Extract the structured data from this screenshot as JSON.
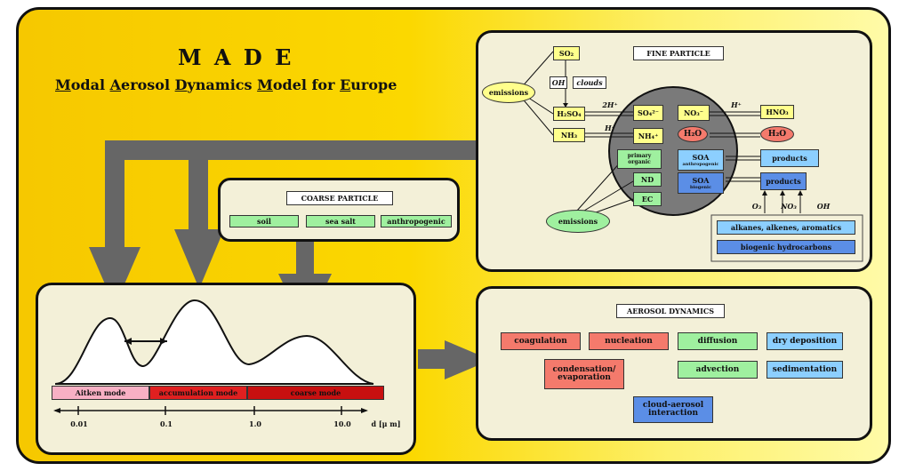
{
  "title": "M A D E",
  "subtitle_parts": [
    {
      "initial": "M",
      "rest": "odal "
    },
    {
      "initial": "A",
      "rest": "erosol "
    },
    {
      "initial": "D",
      "rest": "ynamics "
    },
    {
      "initial": "M",
      "rest": "odel for "
    },
    {
      "initial": "E",
      "rest": "urope"
    }
  ],
  "coarse": {
    "heading": "COARSE PARTICLE",
    "items": [
      "soil",
      "sea salt",
      "anthropogenic"
    ]
  },
  "modes": {
    "labels": [
      "Aitken mode",
      "accumulation mode",
      "coarse mode"
    ],
    "axis_ticks": [
      "0.01",
      "0.1",
      "1.0",
      "10.0"
    ],
    "axis_label": "d [μ m]"
  },
  "fine": {
    "heading": "FINE PARTICLE",
    "so2": "SO₂",
    "oh": "OH",
    "clouds": "clouds",
    "emissions_top": "emissions",
    "emissions_bottom": "emissions",
    "h2so4": "H₂SO₄",
    "nh3": "NH₃",
    "so4": "SO₄²⁻",
    "nh4": "NH₄⁺",
    "no3": "NO₃⁻",
    "hno3": "HNO₃",
    "h2o_in": "H₂O",
    "h2o_out": "H₂O",
    "two_h": "2H⁺",
    "h_plus_1": "H⁺",
    "h_plus_2": "H⁺",
    "primary_organic": "primary organic",
    "nd": "ND",
    "ec": "EC",
    "soa_anthro": "SOA",
    "soa_anthro_sub": "anthropogenic",
    "soa_bio": "SOA",
    "soa_bio_sub": "biogenic",
    "products1": "products",
    "products2": "products",
    "oxidants": [
      "O₃",
      "NO₃",
      "OH"
    ],
    "alkanes": "alkanes, alkenes, aromatics",
    "biogenic_hc": "biogenic hydrocarbons"
  },
  "dynamics": {
    "heading": "AEROSOL DYNAMICS",
    "coagulation": "coagulation",
    "nucleation": "nucleation",
    "diffusion": "diffusion",
    "dry_deposition": "dry deposition",
    "condensation": "condensation/ evaporation",
    "advection": "advection",
    "sedimentation": "sedimentation",
    "cloud_aerosol": "cloud-aerosol interaction"
  }
}
